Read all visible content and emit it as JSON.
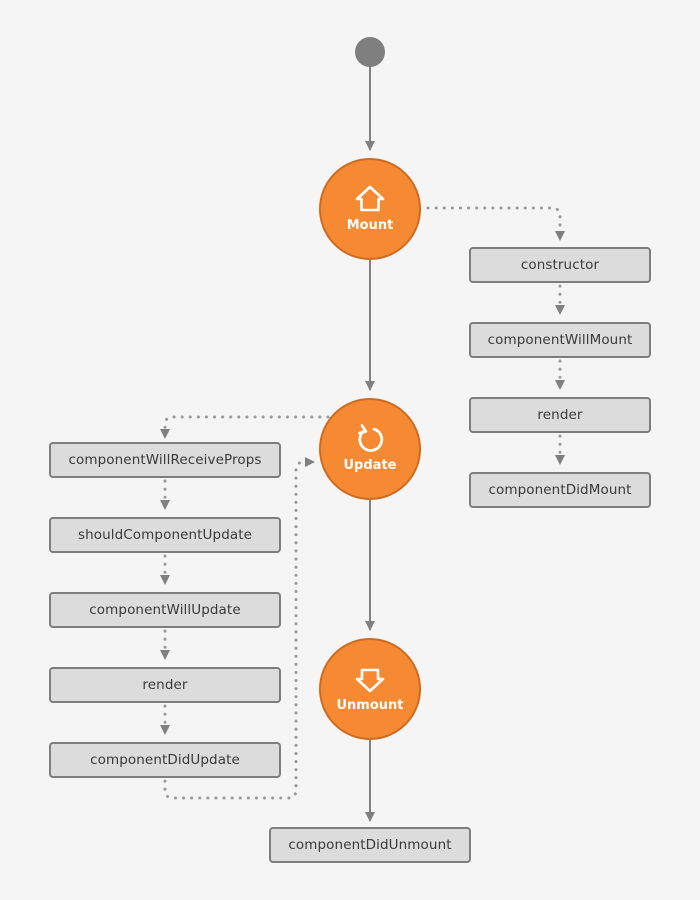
{
  "states": {
    "mount": {
      "label": "Mount",
      "icon": "home-icon"
    },
    "update": {
      "label": "Update",
      "icon": "refresh-icon"
    },
    "unmount": {
      "label": "Unmount",
      "icon": "down-arrow-icon"
    }
  },
  "mount_methods": [
    "constructor",
    "componentWillMount",
    "render",
    "componentDidMount"
  ],
  "update_methods": [
    "componentWillReceiveProps",
    "shouldComponentUpdate",
    "componentWillUpdate",
    "render",
    "componentDidUpdate"
  ],
  "unmount_methods": [
    "componentDidUnmount"
  ],
  "colors": {
    "background": "#f5f5f5",
    "state_fill": "#f68a33",
    "state_border": "#cf6a1f",
    "box_fill": "#dcdcdc",
    "box_border": "#7e7e7e",
    "connector": "#808080",
    "start_node": "#7f7f7f"
  }
}
